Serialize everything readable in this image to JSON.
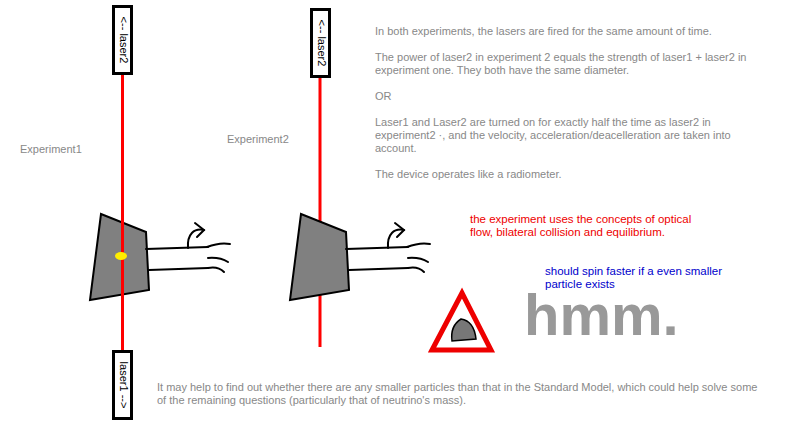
{
  "diagram": {
    "nodes": [
      {
        "text": [
          "<-- laser2"
        ]
      },
      {
        "text": [
          "<-- laser2"
        ]
      },
      {
        "text": [
          "laser1 -->"
        ]
      }
    ],
    "edges": [
      {
        "from": 0,
        "to": 2,
        "arrow": "none"
      }
    ],
    "labels": [
      "Experiment2",
      "Experiment1",
      "In both experiments, the lasers are fired for the same amount of time.",
      "The power of laser2 in experiment 2 equals the strength of laser1 + laser2 in experiment one. They both have the same diameter.",
      "OR",
      "Laser1 and Laser2 are turned on for exactly half the time as laser2 in experiment2 ·, and the velocity, acceleration/deacelleration are taken into account.",
      "The device operates like a radiometer.",
      "the experiment uses the concepts of optical flow, bilateral collision and equilibrium.",
      "should spin faster if a even smaller particle exists",
      "hmm.",
      "It may help to find out whether there are any smaller particles than that in the Standard Model, which could help solve some of the remaining questions (particularly that of neutrino's mass)."
    ]
  }
}
